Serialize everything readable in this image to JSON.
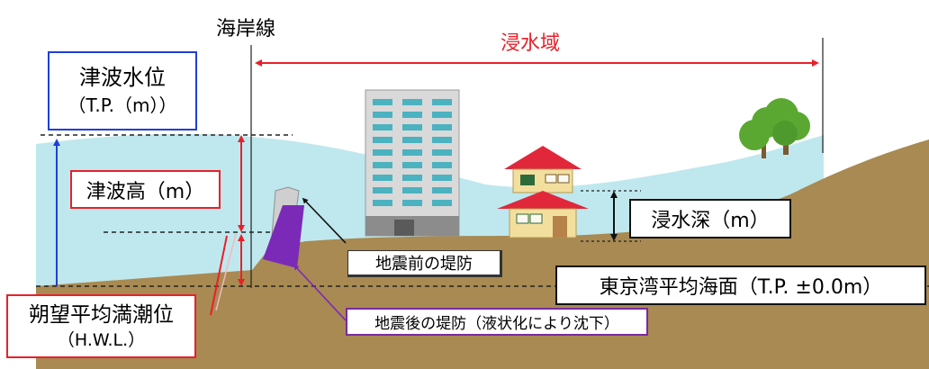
{
  "labels": {
    "shoreline": "海岸線",
    "inundation_area": "浸水域",
    "tsunami_level_line1": "津波水位",
    "tsunami_level_line2": "（T.P.（m））",
    "tsunami_height": "津波高（m）",
    "inundation_depth": "浸水深（m）",
    "levee_before": "地震前の堤防",
    "tokyo_bay_mean_sea_level": "東京湾平均海面（T.P. ±0.0m）",
    "hwl_line1": "朔望平均満潮位",
    "hwl_line2": "（H.W.L.）",
    "levee_after": "地震後の堤防（液状化により沈下）"
  },
  "colors": {
    "inundation_label": "#e8202a",
    "tsunami_level_box": "#1f3fd6",
    "red_box": "#e8202a",
    "purple_box": "#7a2aa0",
    "levee_after_fill": "#7b2ab8",
    "sea": "#bfe8ee",
    "ground": "#a88a52"
  }
}
